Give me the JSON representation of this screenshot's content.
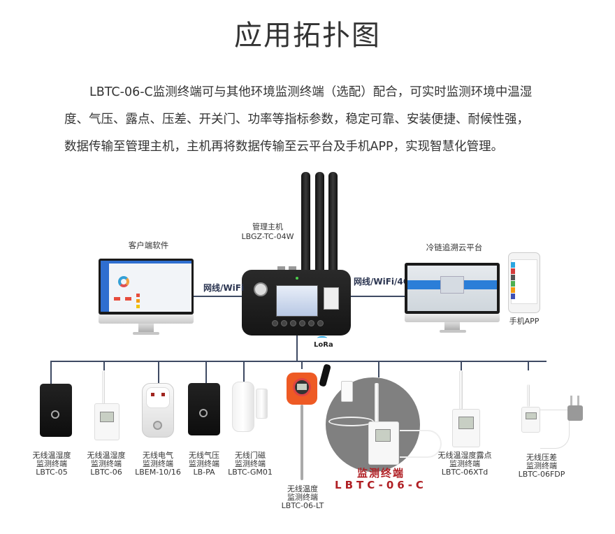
{
  "title": "应用拓扑图",
  "intro": {
    "lines": [
      "LBTC-06-C监测终端可与其他环境监测终端（选配）配合，可实时监测环境中温湿",
      "度、气压、露点、压差、开关门、功率等指标参数，稳定可靠、安装便捷、耐候性强，",
      "数据传输至管理主机，主机再将数据传输至云平台及手机APP，实现智慧化管理。"
    ]
  },
  "hub": {
    "name": "管理主机",
    "model": "LBGZ-TC-04W"
  },
  "client_software": {
    "label": "客户端软件"
  },
  "cloud_platform": {
    "label": "冷链追溯云平台"
  },
  "mobile_app": {
    "label": "手机APP"
  },
  "links": {
    "left": "网线/WiFi",
    "right": "网线/WiFi/4G",
    "bottom": "LoRa"
  },
  "devices": [
    {
      "name_line1": "无线温湿度",
      "name_line2": "监测终端",
      "model": "LBTC-05"
    },
    {
      "name_line1": "无线温湿度",
      "name_line2": "监测终端",
      "model": "LBTC-06"
    },
    {
      "name_line1": "无线电气",
      "name_line2": "监测终端",
      "model": "LBEM-10/16"
    },
    {
      "name_line1": "无线气压",
      "name_line2": "监测终端",
      "model": "LB-PA"
    },
    {
      "name_line1": "无线门磁",
      "name_line2": "监测终端",
      "model": "LBTC-GM01"
    },
    {
      "name_line1": "无线温度",
      "name_line2": "监测终端",
      "model": "LBTC-06-LT"
    },
    {
      "name_line1": "无线温湿度露点",
      "name_line2": "监测终端",
      "model": "LBTC-06XTd"
    },
    {
      "name_line1": "无线压差",
      "name_line2": "监测终端",
      "model": "LBTC-06FDP"
    }
  ],
  "featured_device": {
    "name": "监测终端",
    "model": "LBTC-06-C"
  },
  "colors": {
    "line": "#3e4a63",
    "featured_text": "#b01f24",
    "highlight_circle": "#808080"
  }
}
